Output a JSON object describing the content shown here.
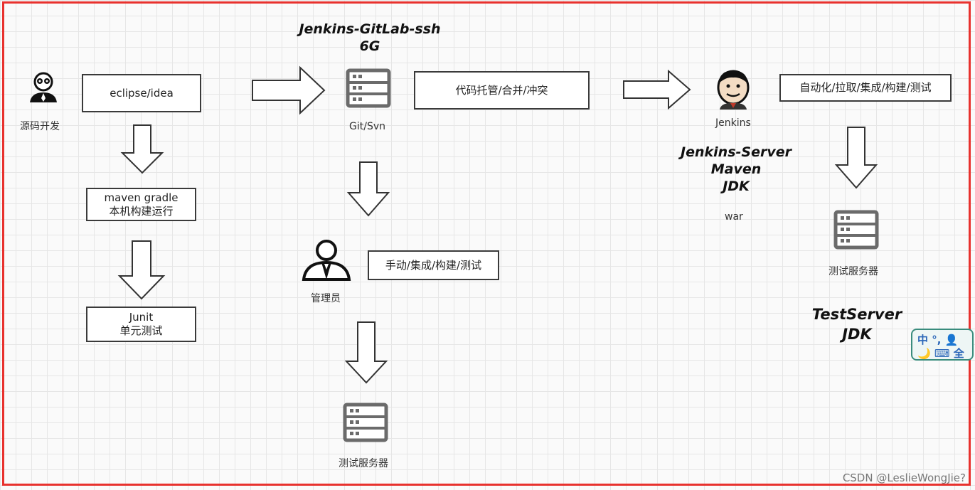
{
  "diagram": {
    "dev_label": "源码开发",
    "eclipse_box": "eclipse/idea",
    "maven_box": [
      "maven gradle",
      "本机构建运行"
    ],
    "junit_box": [
      "Junit",
      "单元测试"
    ],
    "gitlab_title": [
      "Jenkins-GitLab-ssh",
      "6G"
    ],
    "git_label": "Git/Svn",
    "code_box": "代码托管/合并/冲突",
    "admin_label": "管理员",
    "manual_box": "手动/集成/构建/测试",
    "test_server_label_mid": "测试服务器",
    "jenkins_label": "Jenkins",
    "auto_box": "自动化/拉取/集成/构建/测试",
    "jenkins_server_title": [
      "Jenkins-Server",
      "Maven",
      "JDK"
    ],
    "war_label": "war",
    "test_server_label_right": "测试服务器",
    "testserver_title": [
      "TestServer",
      "JDK"
    ]
  },
  "ime": {
    "row1": "中 °, 👤",
    "row2": "🌙 ⌨ 全"
  },
  "watermark": "CSDN @LeslieWongJie?",
  "colors": {
    "frame": "#e8322e",
    "stroke": "#3a3a3a",
    "server": "#6b6b6b"
  }
}
